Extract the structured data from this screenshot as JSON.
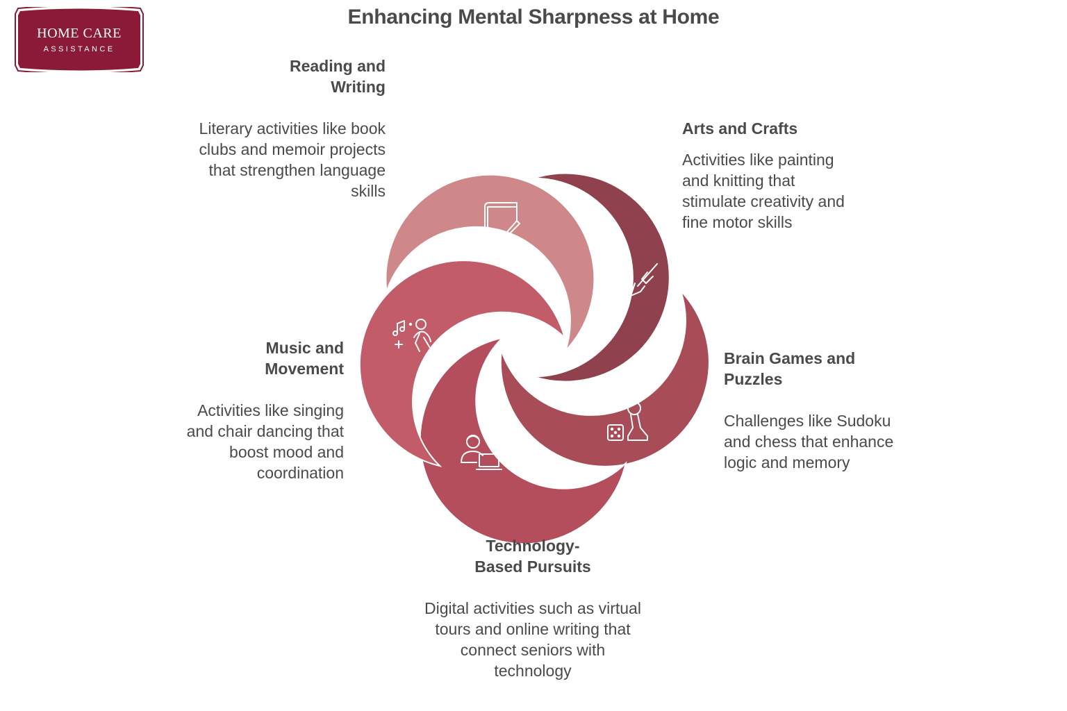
{
  "title": "Enhancing Mental Sharpness at Home",
  "logo": {
    "title": "HOME CARE",
    "subtitle": "ASSISTANCE",
    "color": "#8b1a36"
  },
  "segments": [
    {
      "id": "reading",
      "heading": "Reading and Writing",
      "description": "Literary activities like book clubs and memoir projects that strengthen language skills",
      "color": "#cf888a",
      "icon": "book-pencil-icon"
    },
    {
      "id": "arts",
      "heading": "Arts and Crafts",
      "description": "Activities like painting and knitting that stimulate creativity and fine motor skills",
      "color": "#8f424d",
      "icon": "paintbrush-icon"
    },
    {
      "id": "brain",
      "heading": "Brain Games and Puzzles",
      "description": "Challenges like Sudoku and chess that enhance logic and memory",
      "color": "#a84d58",
      "icon": "dice-chess-icon"
    },
    {
      "id": "tech",
      "heading": "Technology-Based Pursuits",
      "description": "Digital activities such as virtual tours and online writing that connect seniors with technology",
      "color": "#b44e5c",
      "icon": "person-laptop-icon"
    },
    {
      "id": "music",
      "heading": "Music and Movement",
      "description": "Activities like singing and chair dancing that boost mood and coordination",
      "color": "#c35c69",
      "icon": "music-dance-icon"
    }
  ]
}
